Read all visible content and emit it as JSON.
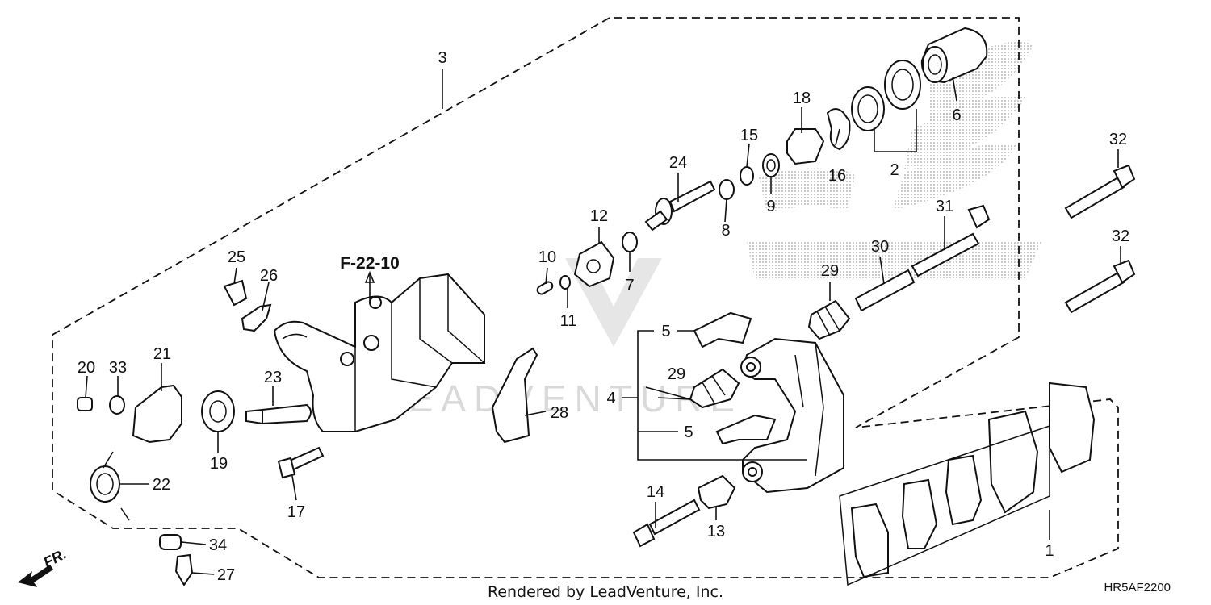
{
  "diagram": {
    "reference_label": "F-22-10",
    "front_label": "FR.",
    "diagram_code": "HR5AF2200",
    "footer": "Rendered by LeadVenture, Inc.",
    "watermark": "LEADVENTURE",
    "callouts": [
      "3",
      "6",
      "2",
      "18",
      "15",
      "16",
      "9",
      "32",
      "24",
      "8",
      "12",
      "10",
      "7",
      "11",
      "31",
      "30",
      "29",
      "32",
      "25",
      "26",
      "5",
      "29",
      "4",
      "5",
      "20",
      "33",
      "21",
      "23",
      "28",
      "19",
      "22",
      "17",
      "14",
      "13",
      "1",
      "34",
      "27"
    ]
  }
}
